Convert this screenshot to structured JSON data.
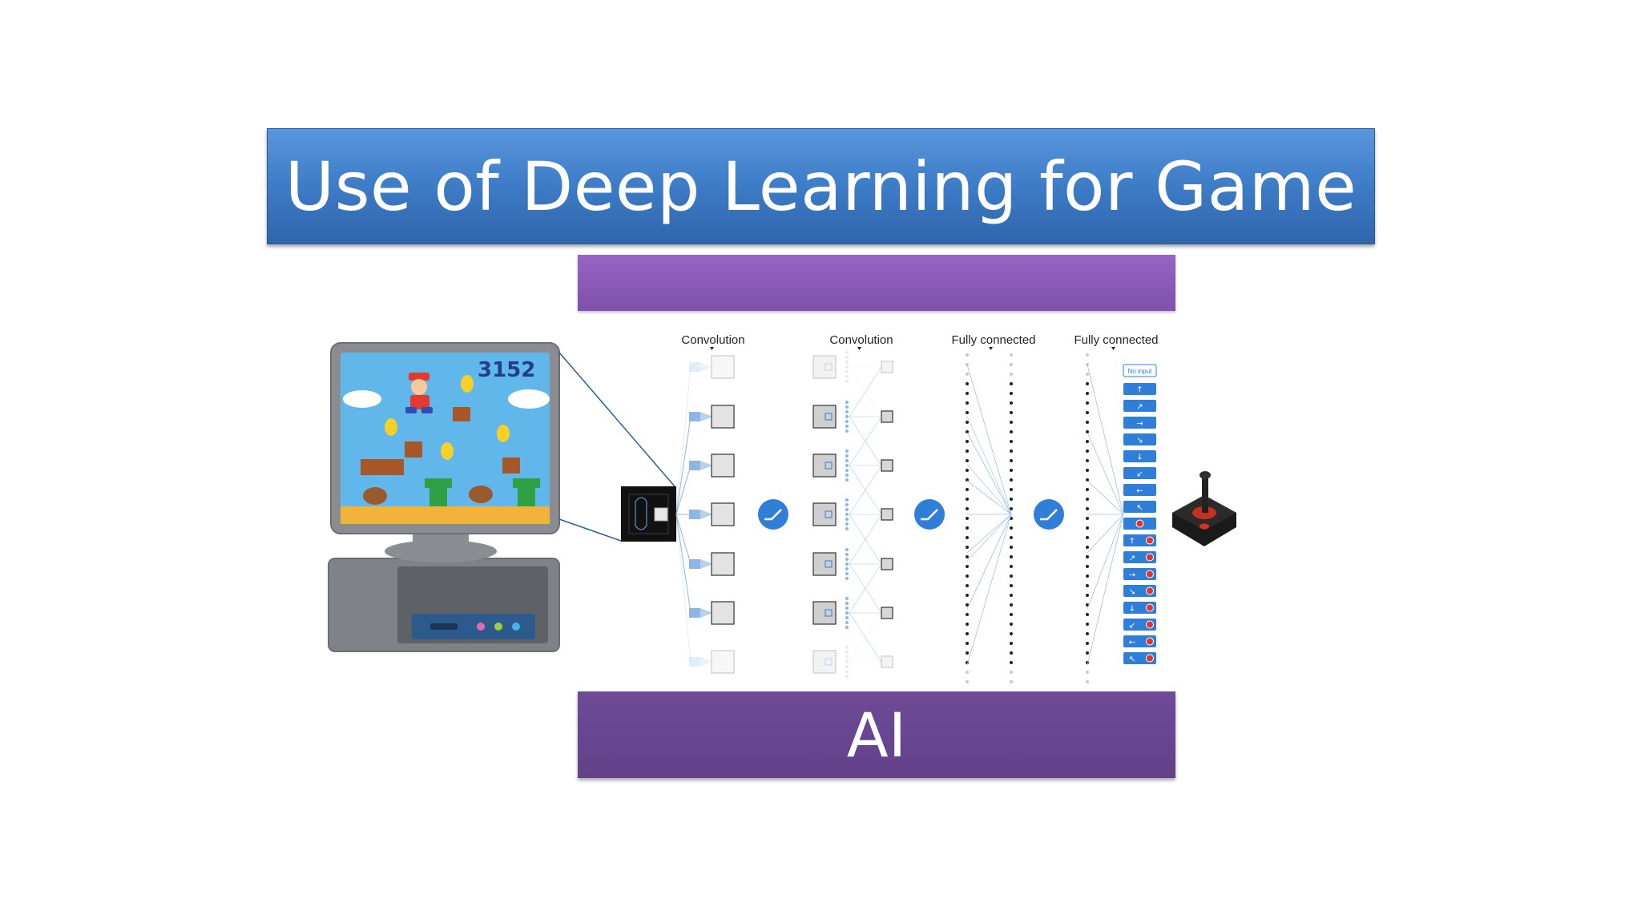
{
  "slide": {
    "title": "Use of Deep Learning for Game",
    "ai_label": "AI"
  },
  "game_screen": {
    "score": "3152"
  },
  "network": {
    "layers": [
      "Convolution",
      "Convolution",
      "Fully connected",
      "Fully connected"
    ],
    "output_header": "No input"
  },
  "colors": {
    "title_blue": "#3f7ec9",
    "purple": "#7e51ad",
    "relu_blue": "#2f7ed8",
    "output_blue": "#2f7ed8"
  }
}
